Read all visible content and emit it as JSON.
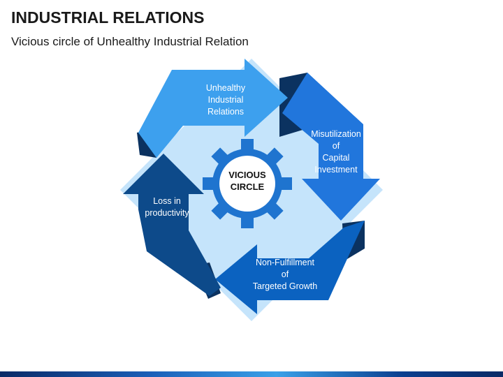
{
  "header": {
    "title": "INDUSTRIAL RELATIONS",
    "subtitle": "Vicious circle of Unhealthy Industrial Relation"
  },
  "diagram": {
    "center": {
      "line1": "VICIOUS",
      "line2": "CIRCLE"
    },
    "steps": [
      {
        "lines": [
          "Unhealthy",
          "Industrial",
          "Relations"
        ],
        "color": "#3da0ee"
      },
      {
        "lines": [
          "Misutilization",
          "of",
          "Capital",
          "Investment"
        ],
        "color": "#2176dc"
      },
      {
        "lines": [
          "Non-Fulfillment",
          "of",
          "Targeted Growth"
        ],
        "color": "#0b62c0"
      },
      {
        "lines": [
          "Loss in",
          "productivity"
        ],
        "color": "#0d4a8a"
      }
    ],
    "colors": {
      "background_diamond": "#c5e4fb",
      "dark_fold": "#0b3260",
      "gear": "#1f74cf",
      "gear_center": "#ffffff"
    }
  }
}
